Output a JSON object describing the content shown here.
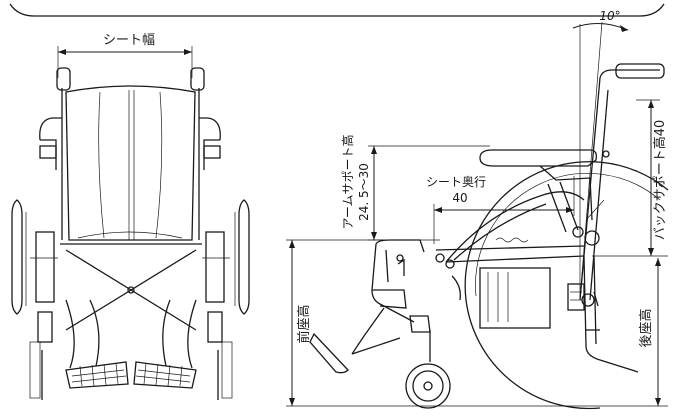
{
  "colors": {
    "line": "#1a1a1a",
    "background": "#ffffff"
  },
  "front_view": {
    "seat_width_label": "シート幅"
  },
  "side_view": {
    "backrest_angle_label": "10°",
    "back_support_height_label": "バックサポート高40",
    "arm_support_height_label": "アームサポート高",
    "arm_support_height_value": "24. 5～30",
    "seat_depth_label": "シート奥行",
    "seat_depth_value": "40",
    "front_seat_height_label": "前座高",
    "rear_seat_height_label": "後座高"
  }
}
